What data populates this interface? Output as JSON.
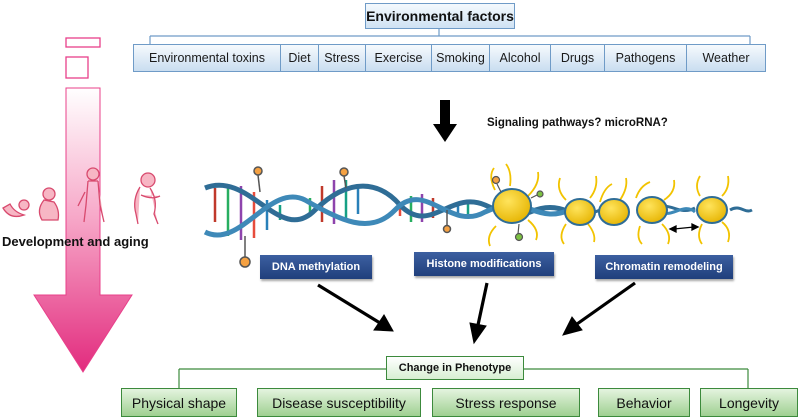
{
  "environmental": {
    "title": "Environmental factors",
    "factors": [
      "Environmental toxins",
      "Diet",
      "Stress",
      "Exercise",
      "Smoking",
      "Alcohol",
      "Drugs",
      "Pathogens",
      "Weather"
    ]
  },
  "signaling_label": "Signaling pathways? microRNA?",
  "development_label": "Development and aging",
  "mechanisms": [
    "DNA methylation",
    "Histone modifications",
    "Chromatin remodeling"
  ],
  "phenotype": {
    "title": "Change in Phenotype",
    "outcomes": [
      "Physical shape",
      "Disease susceptibility",
      "Stress response",
      "Behavior",
      "Longevity"
    ]
  },
  "icons": {
    "dev_figures": "human-development-stages-icon",
    "dna": "dna-double-helix-icon",
    "nucleosome": "nucleosome-icon"
  },
  "colors": {
    "env_border": "#6f9bc7",
    "mechanism_fill": "#2c4d8c",
    "phenotype_border": "#3c8a3c",
    "phenotype_fill": "#9fd091",
    "dev_arrow": "#e8408a",
    "dna_strand": "#2f6d96",
    "histone": "#f2c300"
  }
}
